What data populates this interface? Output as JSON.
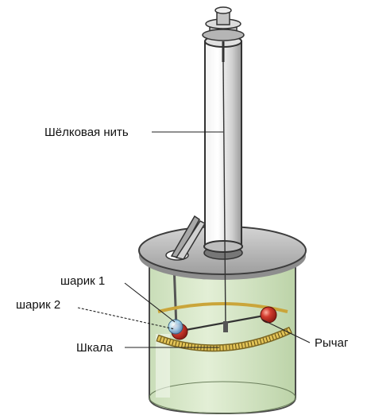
{
  "labels": {
    "thread": "Шёлковая нить",
    "ball1": "шарик 1",
    "ball2": "шарик 2",
    "scale": "Шкала",
    "lever": "Рычаг"
  },
  "colors": {
    "glass": "#d6e8c6",
    "glass_edge": "#4a4a4a",
    "tube": "#e6e6e6",
    "lid": "#bdbdbd",
    "scale_band": "#d9b84a",
    "ball_red": "#c8352b",
    "ball_blue": "#8ec6ea"
  }
}
